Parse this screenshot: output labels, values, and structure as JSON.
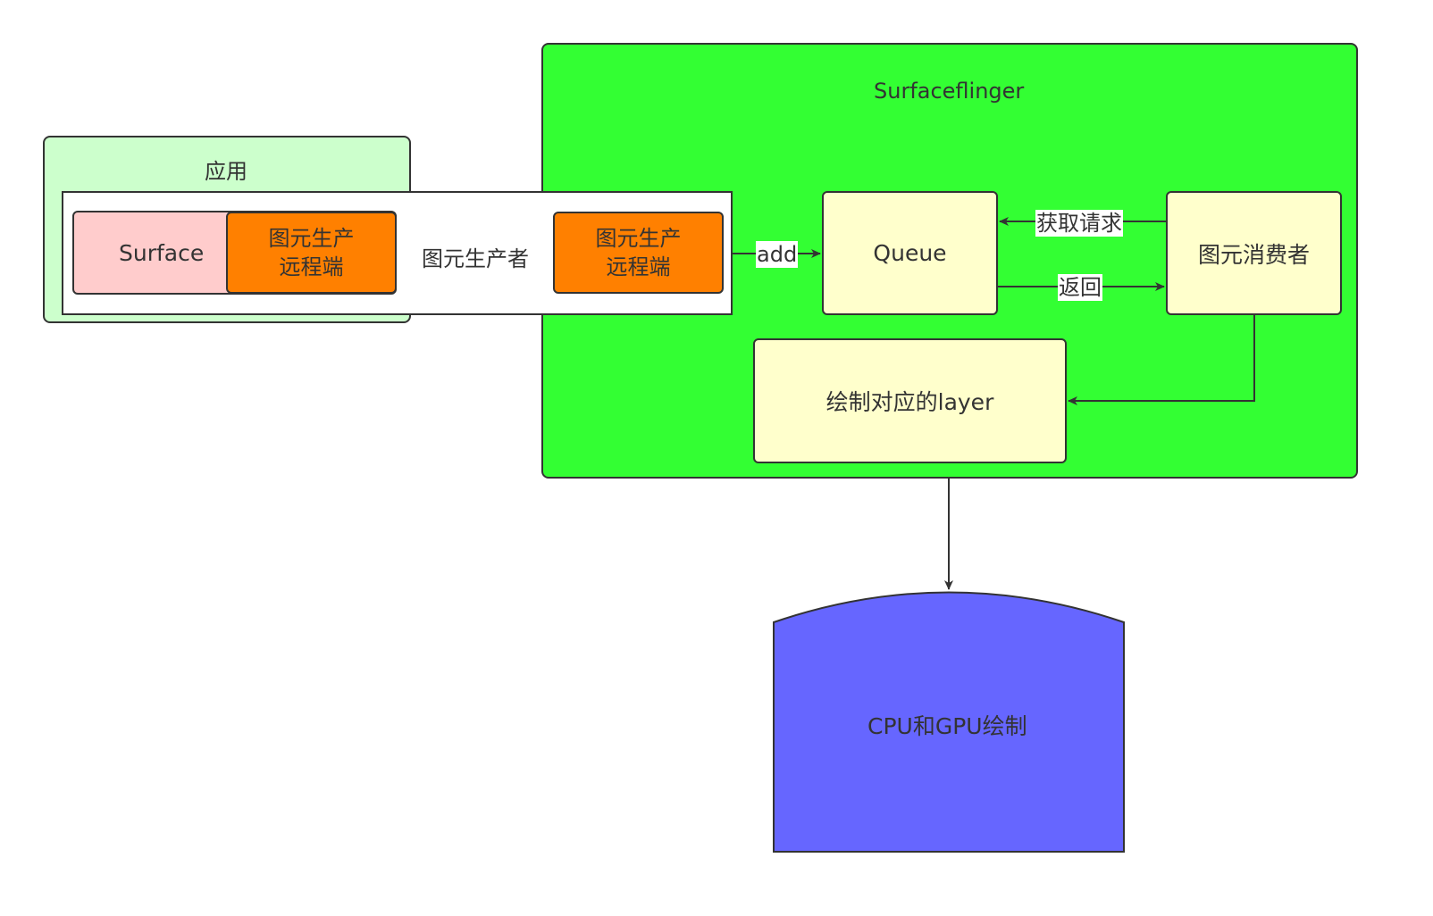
{
  "diagram": {
    "app_group": {
      "label": "应用"
    },
    "producer_group": {
      "label": "图元生产者"
    },
    "surface": {
      "label": "Surface"
    },
    "producer_remote_left": {
      "line1": "图元生产",
      "line2": "远程端"
    },
    "producer_remote_right": {
      "line1": "图元生产",
      "line2": "远程端"
    },
    "surfaceflinger": {
      "label": "Surfaceflinger"
    },
    "queue": {
      "label": "Queue"
    },
    "consumer": {
      "label": "图元消费者"
    },
    "draw_layer": {
      "label": "绘制对应的layer"
    },
    "cpu_gpu": {
      "label": "CPU和GPU绘制"
    },
    "edges": {
      "add": "add",
      "acquire_request": "获取请求",
      "return": "返回"
    }
  },
  "colors": {
    "app_fill": "#ccffcc",
    "surfaceflinger_fill": "#33ff33",
    "surface_fill": "#ffcccc",
    "remote_fill": "#ff8000",
    "node_fill": "#ffffcc",
    "cpu_gpu_fill": "#6666ff",
    "stroke": "#333333"
  }
}
